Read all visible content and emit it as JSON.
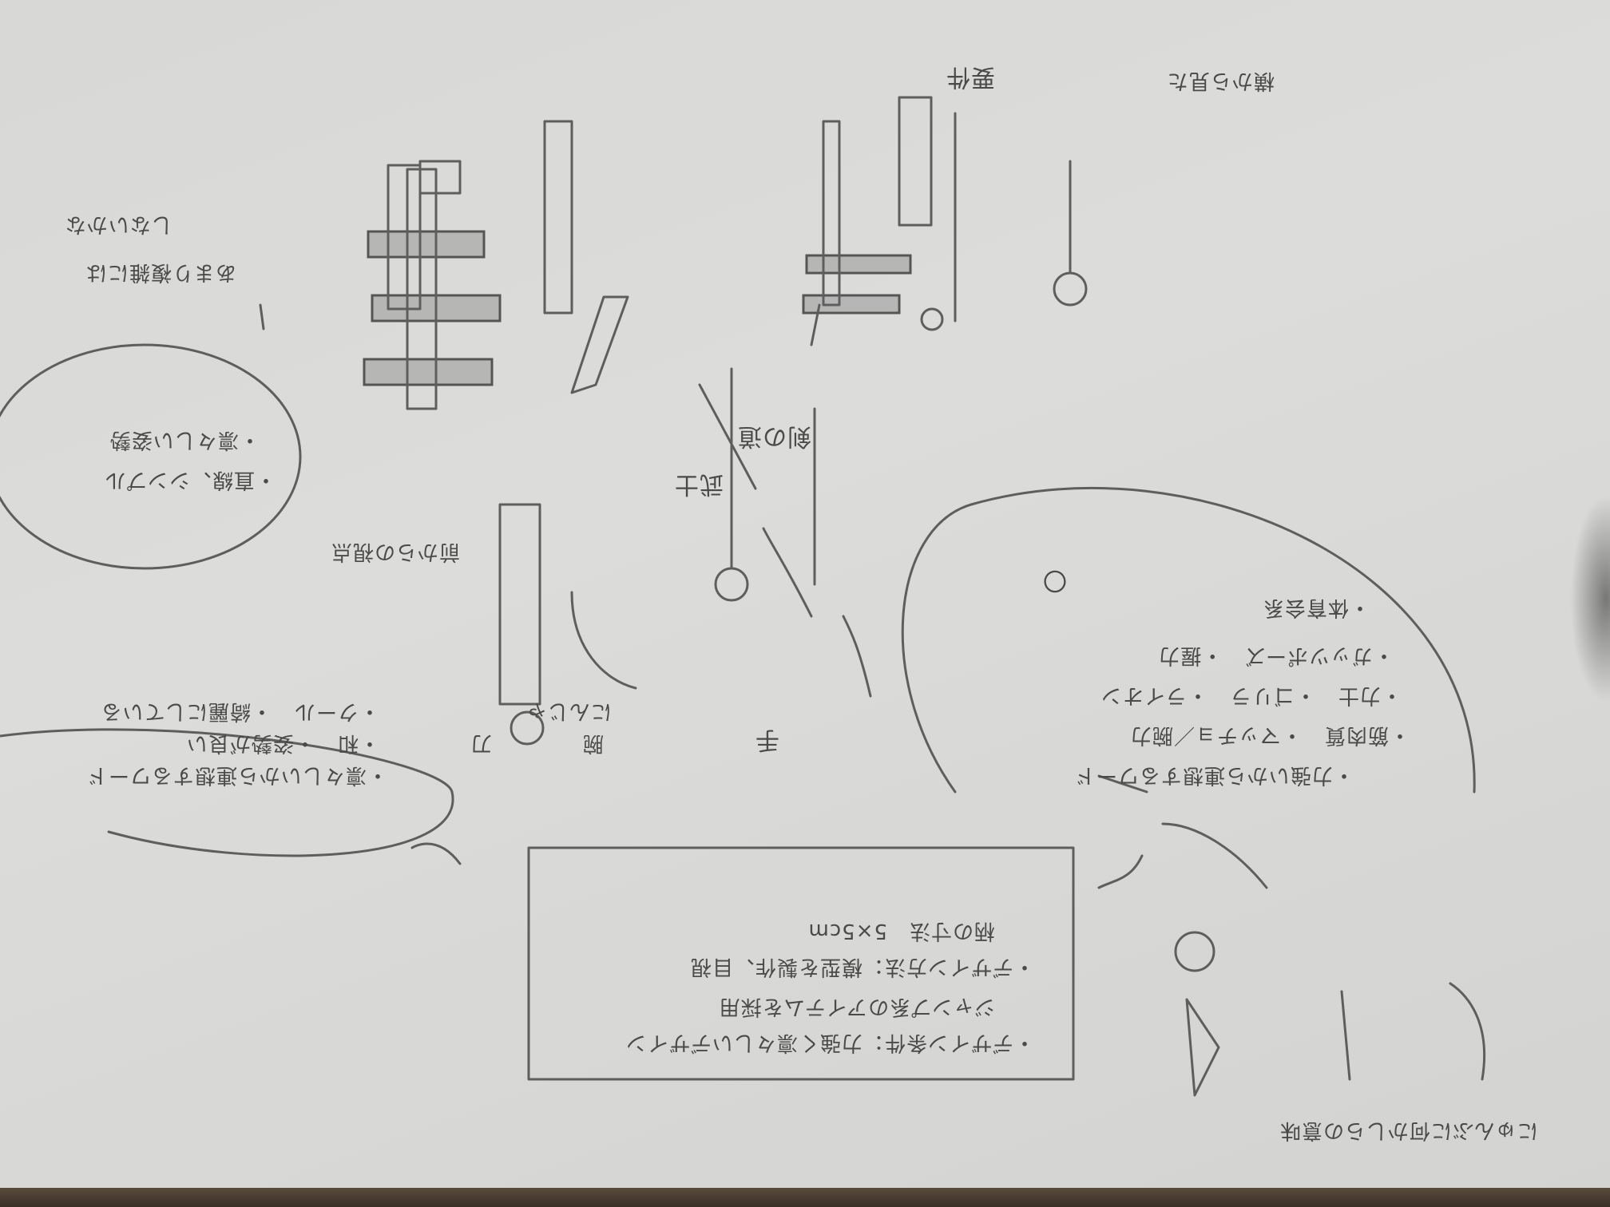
{
  "note": {
    "header": "にゅんぶに何かしらの意味",
    "requirements_label": "要件",
    "requirements": [
      "・デザイン条件：力強く凛々しいデザイン",
      "ジャンプ系のアイテムを採用",
      "・デザイン方法：模型を製作、目視",
      "柄の寸法　5×5cm"
    ],
    "left_bubble": [
      "・凛々しいから連想するワード",
      "・和　・姿勢が良い",
      "・クール　・綺麗にしている"
    ],
    "right_bubble": [
      "・力強いから連想するワード",
      "・筋肉質　・マッチョ／腕力",
      "・力士　・ゴリラ　・ライオン",
      "・ガッツポーズ　・握力",
      "・体育会系"
    ],
    "top_left_bubble": [
      "・直線、シンプル",
      "・凛々しい姿勢"
    ],
    "top_left_note": [
      "あまり複雑には",
      "しないかな"
    ],
    "labels": {
      "hand": "手",
      "warrior": "武士",
      "sword_road": "剣の道",
      "arm": "腕",
      "katana": "刀",
      "ninja": "にんじゃ",
      "front_view": "前からの視点",
      "side": "横から見た",
      "circle_note": "〇"
    }
  }
}
